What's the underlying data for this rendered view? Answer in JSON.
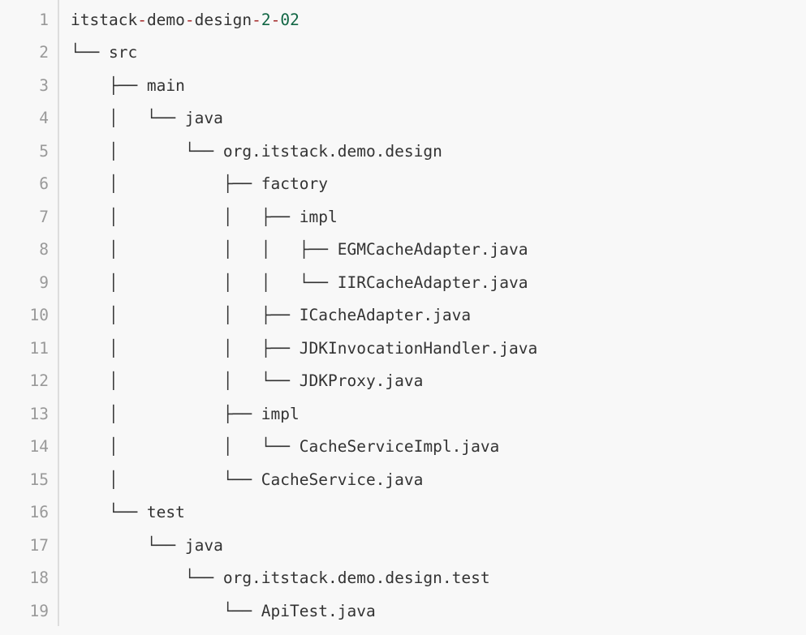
{
  "code_block": {
    "language": "text",
    "colors": {
      "background": "#f8f8f8",
      "gutter_rule": "#dddddd",
      "line_number": "#999999",
      "text": "#333333",
      "operator": "#a42a2a",
      "number": "#116644"
    },
    "lines": [
      {
        "number": "1",
        "segments": [
          {
            "text": "itstack",
            "kind": "text"
          },
          {
            "text": "-",
            "kind": "op"
          },
          {
            "text": "demo",
            "kind": "text"
          },
          {
            "text": "-",
            "kind": "op"
          },
          {
            "text": "design",
            "kind": "text"
          },
          {
            "text": "-",
            "kind": "op"
          },
          {
            "text": "2",
            "kind": "num"
          },
          {
            "text": "-",
            "kind": "op"
          },
          {
            "text": "02",
            "kind": "num"
          }
        ]
      },
      {
        "number": "2",
        "segments": [
          {
            "text": "└── src",
            "kind": "text"
          }
        ]
      },
      {
        "number": "3",
        "segments": [
          {
            "text": "    ├── main",
            "kind": "text"
          }
        ]
      },
      {
        "number": "4",
        "segments": [
          {
            "text": "    │   └── java",
            "kind": "text"
          }
        ]
      },
      {
        "number": "5",
        "segments": [
          {
            "text": "    │       └── org.itstack.demo.design",
            "kind": "text"
          }
        ]
      },
      {
        "number": "6",
        "segments": [
          {
            "text": "    │           ├── factory",
            "kind": "text"
          }
        ]
      },
      {
        "number": "7",
        "segments": [
          {
            "text": "    │           │   ├── impl",
            "kind": "text"
          }
        ]
      },
      {
        "number": "8",
        "segments": [
          {
            "text": "    │           │   │   ├── EGMCacheAdapter.java",
            "kind": "text"
          }
        ]
      },
      {
        "number": "9",
        "segments": [
          {
            "text": "    │           │   │   └── IIRCacheAdapter.java",
            "kind": "text"
          }
        ]
      },
      {
        "number": "10",
        "segments": [
          {
            "text": "    │           │   ├── ICacheAdapter.java",
            "kind": "text"
          }
        ]
      },
      {
        "number": "11",
        "segments": [
          {
            "text": "    │           │   ├── JDKInvocationHandler.java",
            "kind": "text"
          }
        ]
      },
      {
        "number": "12",
        "segments": [
          {
            "text": "    │           │   └── JDKProxy.java",
            "kind": "text"
          }
        ]
      },
      {
        "number": "13",
        "segments": [
          {
            "text": "    │           ├── impl",
            "kind": "text"
          }
        ]
      },
      {
        "number": "14",
        "segments": [
          {
            "text": "    │           │   └── CacheServiceImpl.java",
            "kind": "text"
          }
        ]
      },
      {
        "number": "15",
        "segments": [
          {
            "text": "    │           └── CacheService.java",
            "kind": "text"
          }
        ]
      },
      {
        "number": "16",
        "segments": [
          {
            "text": "    └── test",
            "kind": "text"
          }
        ]
      },
      {
        "number": "17",
        "segments": [
          {
            "text": "        └── java",
            "kind": "text"
          }
        ]
      },
      {
        "number": "18",
        "segments": [
          {
            "text": "            └── org.itstack.demo.design.test",
            "kind": "text"
          }
        ]
      },
      {
        "number": "19",
        "segments": [
          {
            "text": "                └── ApiTest.java",
            "kind": "text"
          }
        ]
      }
    ]
  }
}
